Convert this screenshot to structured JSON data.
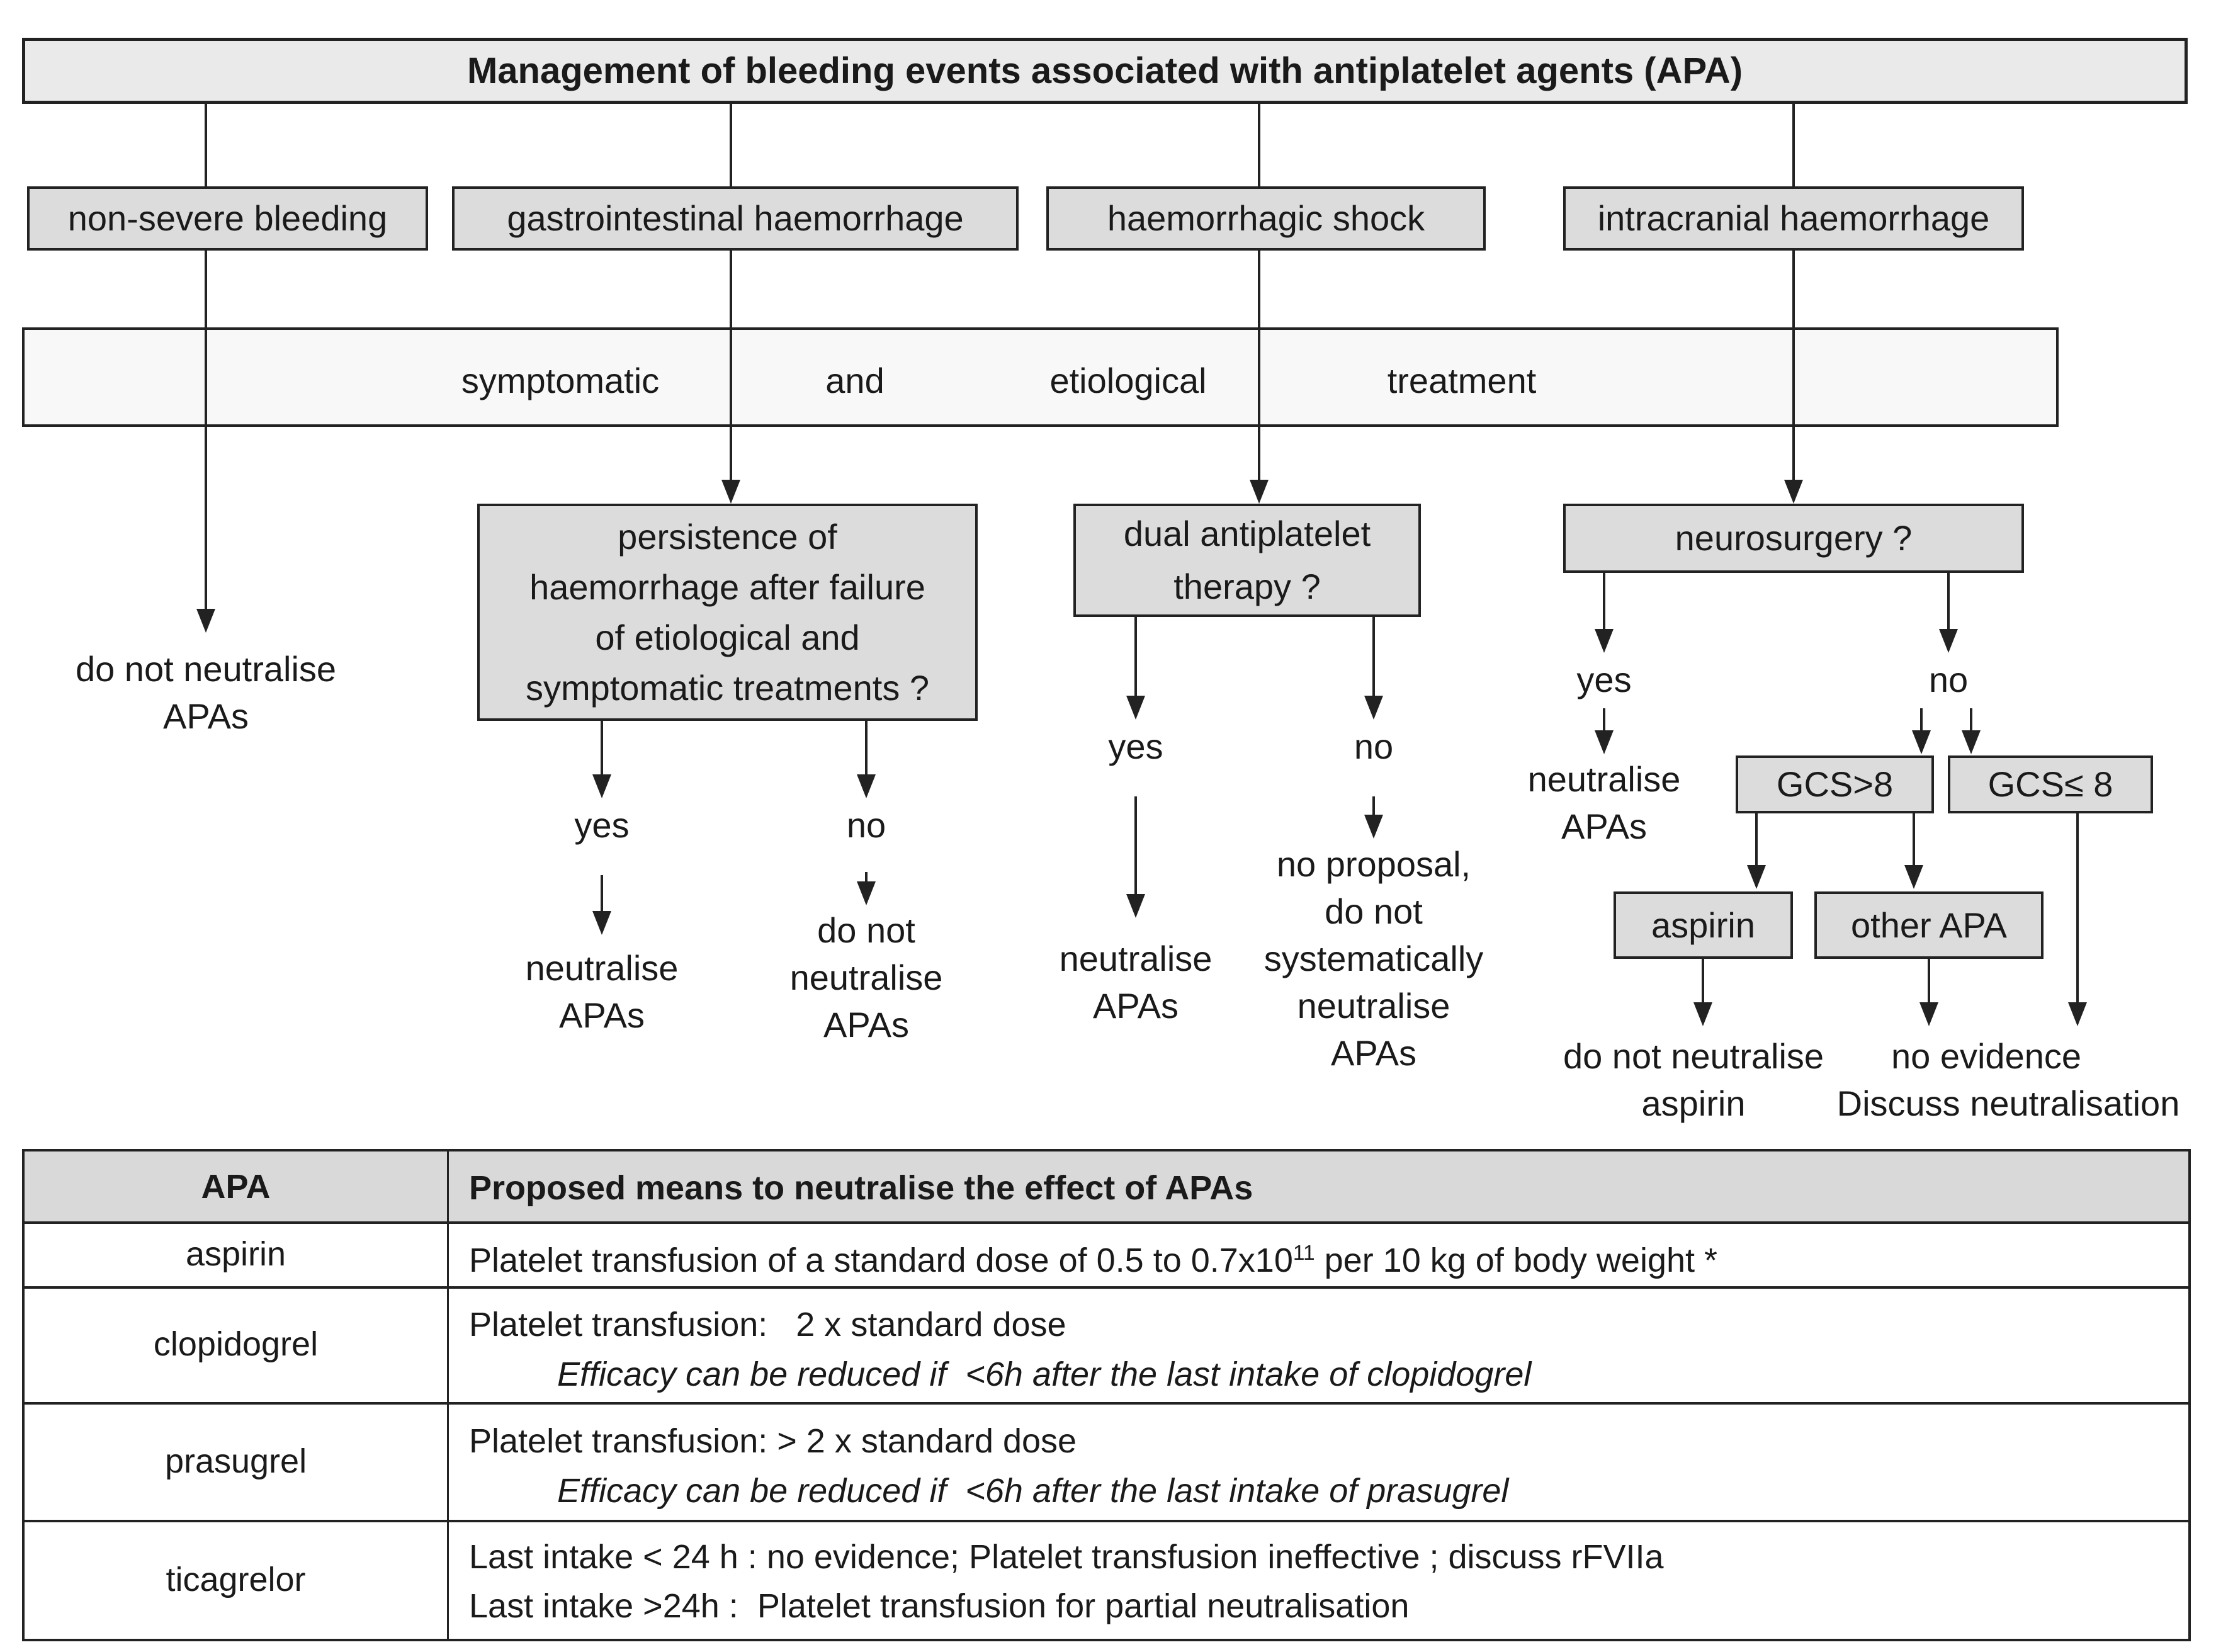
{
  "title": "Management of bleeding events associated with antiplatelet agents (APA)",
  "bleeding_types": [
    "non-severe bleeding",
    "gastrointestinal haemorrhage",
    "haemorrhagic shock",
    "intracranial haemorrhage"
  ],
  "treatment_band": [
    "symptomatic",
    "and",
    "etiological",
    "treatment"
  ],
  "non_severe_branch": {
    "outcome": [
      "do not neutralise",
      "APAs"
    ]
  },
  "gi_branch": {
    "question": [
      "persistence of",
      "haemorrhage after failure",
      "of etiological and",
      "symptomatic treatments ?"
    ],
    "yes_label": "yes",
    "no_label": "no",
    "yes_outcome": [
      "neutralise",
      "APAs"
    ],
    "no_outcome": [
      "do not",
      "neutralise",
      "APAs"
    ]
  },
  "shock_branch": {
    "question": [
      "dual antiplatelet",
      "therapy ?"
    ],
    "yes_label": "yes",
    "no_label": "no",
    "yes_outcome": [
      "neutralise",
      "APAs"
    ],
    "no_outcome": [
      "no proposal,",
      "do not",
      "systematically",
      "neutralise",
      "APAs"
    ]
  },
  "icb_branch": {
    "question": "neurosurgery ?",
    "yes_label": "yes",
    "no_label": "no",
    "yes_outcome": [
      "neutralise",
      "APAs"
    ],
    "gcs_high": "GCS>8",
    "gcs_low": "GCS≤ 8",
    "aspirin_label": "aspirin",
    "other_apa_label": "other APA",
    "aspirin_outcome": [
      "do not neutralise",
      "aspirin"
    ],
    "no_evidence_outcome": [
      "no evidence",
      "Discuss neutralisation"
    ]
  },
  "table": {
    "headers": [
      "APA",
      "Proposed means to neutralise the effect of APAs"
    ],
    "rows": [
      {
        "apa": "aspirin",
        "line1_pre": "Platelet transfusion of a standard dose of 0.5 to 0.7x10",
        "line1_sup": "11",
        "line1_post": " per 10 kg of body weight *"
      },
      {
        "apa": "clopidogrel",
        "line1": "Platelet transfusion:   2 x standard dose",
        "line2_italic": "Efficacy can be reduced if  <6h after the last intake of clopidogrel"
      },
      {
        "apa": "prasugrel",
        "line1": "Platelet transfusion: > 2 x standard dose",
        "line2_italic": "Efficacy can be reduced if  <6h after the last intake of prasugrel"
      },
      {
        "apa": "ticagrelor",
        "line1": "Last intake < 24 h : no evidence; Platelet transfusion ineffective ; discuss rFVIIa",
        "line2": "Last intake >24h :  Platelet transfusion for partial neutralisation"
      }
    ]
  },
  "colors": {
    "box_fill": "#dcdcdc",
    "title_fill": "#eaeaea",
    "band_fill": "#f8f8f8",
    "table_header_fill": "#d9d9d9",
    "line": "#222222",
    "text": "#1a1a1a",
    "background": "#ffffff"
  }
}
